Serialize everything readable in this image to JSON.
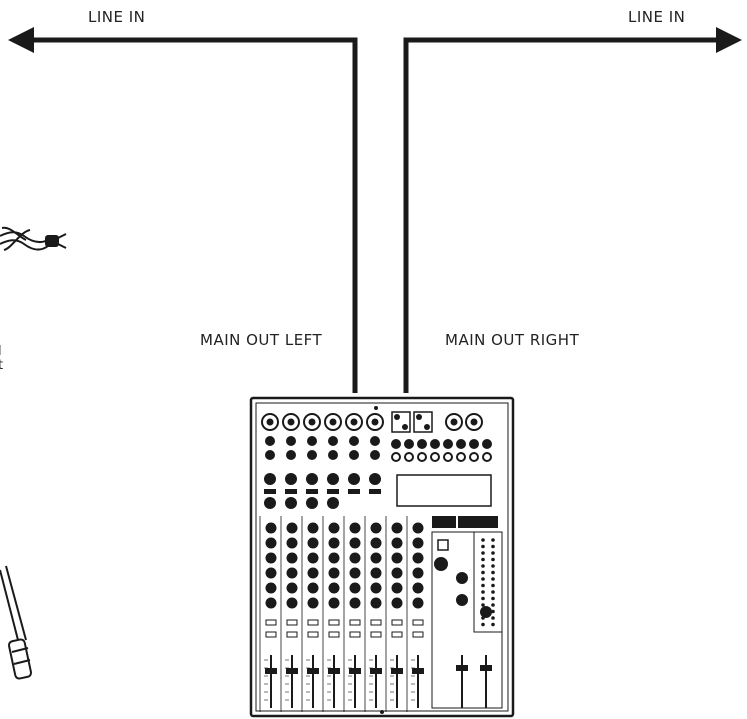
{
  "labels": {
    "line_in_left": "LINE IN",
    "line_in_right": "LINE IN",
    "main_out_left": "MAIN OUT LEFT",
    "main_out_right": "MAIN OUT RIGHT",
    "edge_fragment_1": "l",
    "edge_fragment_2": "t"
  },
  "mixer": {
    "channel_count": 8
  },
  "colors": {
    "line": "#1a1a1a",
    "background": "#ffffff"
  },
  "icons": [
    "left-arrow-icon",
    "right-arrow-icon",
    "power-plug-icon",
    "microphone-stand-icon"
  ]
}
